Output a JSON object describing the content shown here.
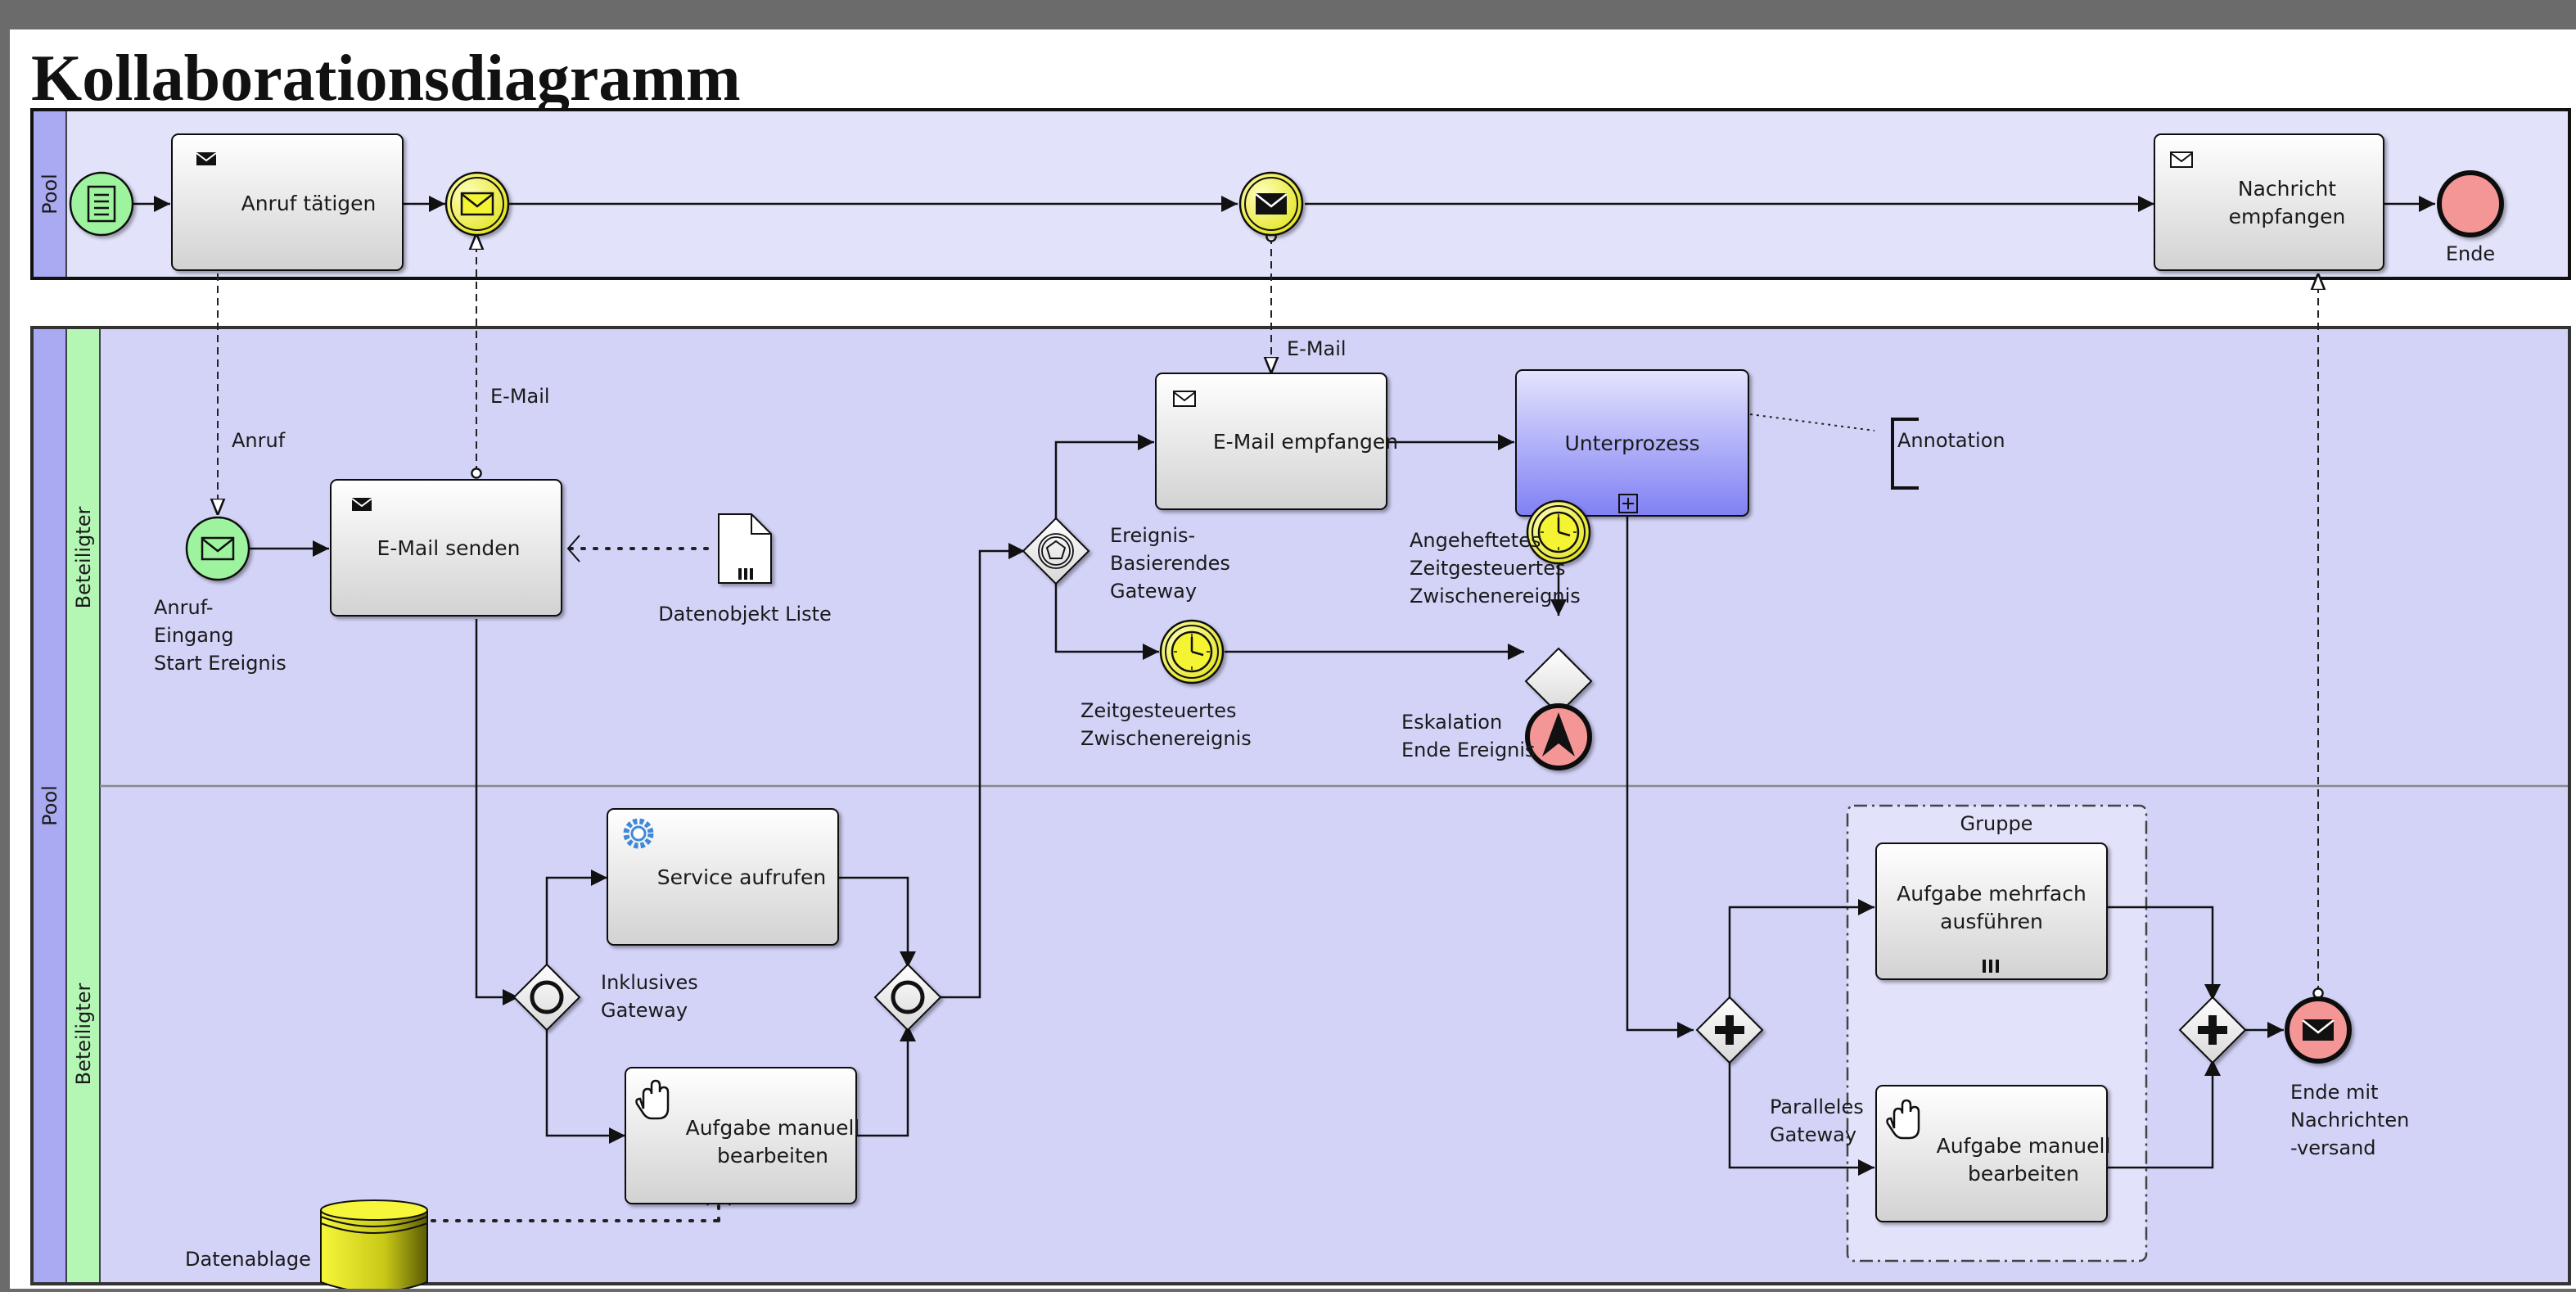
{
  "title": "Kollaborationsdiagramm",
  "colors": {
    "pool_fill": "#e2e2fb",
    "lane_fill": "#d3d3f8",
    "lane_stripe": "#aaaaf2",
    "lane_stripe_green": "#b4f7b4",
    "start_fill": "#9ef49e",
    "end_fill": "#f59696",
    "intermediate_fill": "#f4f433",
    "subprocess_gradient": "#8080f5"
  },
  "pools": {
    "top_label": "Pool",
    "bottom_label": "Pool",
    "lane1_label": "Beteiligter",
    "lane2_label": "Beteiligter"
  },
  "tasks": {
    "anruf": "Anruf tätigen",
    "nachricht_l1": "Nachricht",
    "nachricht_l2": "empfangen",
    "email_senden": "E-Mail senden",
    "email_empfangen": "E-Mail empfangen",
    "unterprozess": "Unterprozess",
    "service": "Service aufrufen",
    "manuell1_l1": "Aufgabe manuell",
    "manuell1_l2": "bearbeiten",
    "mehrfach_l1": "Aufgabe mehrfach",
    "mehrfach_l2": "ausführen",
    "manuell2_l1": "Aufgabe manuell",
    "manuell2_l2": "bearbeiten"
  },
  "labels": {
    "ende": "Ende",
    "anruf_flow": "Anruf",
    "email_flow1": "E-Mail",
    "email_flow2": "E-Mail",
    "start_l1": "Anruf-",
    "start_l2": "Eingang",
    "start_l3": "Start Ereignis",
    "datenobjekt": "Datenobjekt Liste",
    "evgw_l1": "Ereignis-",
    "evgw_l2": "Basierendes",
    "evgw_l3": "Gateway",
    "timer_l1": "Zeitgesteuertes",
    "timer_l2": "Zwischenereignis",
    "attached_l1": "Angeheftetes",
    "attached_l2": "Zeitgesteuertes",
    "attached_l3": "Zwischenereignis",
    "esk_l1": "Eskalation",
    "esk_l2": "Ende Ereignis",
    "annotation": "Annotation",
    "inkl_l1": "Inklusives",
    "inkl_l2": "Gateway",
    "datenablage": "Datenablage",
    "gruppe": "Gruppe",
    "par_l1": "Paralleles",
    "par_l2": "Gateway",
    "endmsg_l1": "Ende mit",
    "endmsg_l2": "Nachrichten",
    "endmsg_l3": "-versand"
  },
  "icons": [
    "document-icon",
    "envelope-icon",
    "clock-icon",
    "pentagon-icon",
    "gear-icon",
    "hand-icon",
    "escalation-icon",
    "plus-icon",
    "multi-instance-icon",
    "database-icon"
  ]
}
